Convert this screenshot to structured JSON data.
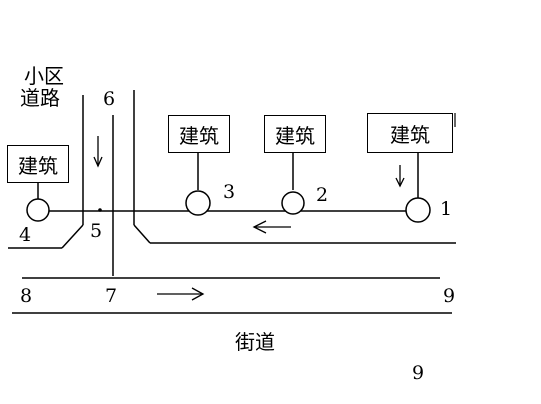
{
  "labels": {
    "community_road_line1": "小区",
    "community_road_line2": "道路",
    "street": "街道",
    "building": "建筑"
  },
  "numbers": {
    "n1": "1",
    "n2": "2",
    "n3": "3",
    "n4": "4",
    "n5": "5",
    "n6": "6",
    "n7": "7",
    "n8": "8",
    "n9_right": "9",
    "n9_bottom": "9"
  },
  "colors": {
    "line": "#000000",
    "background": "#ffffff"
  }
}
